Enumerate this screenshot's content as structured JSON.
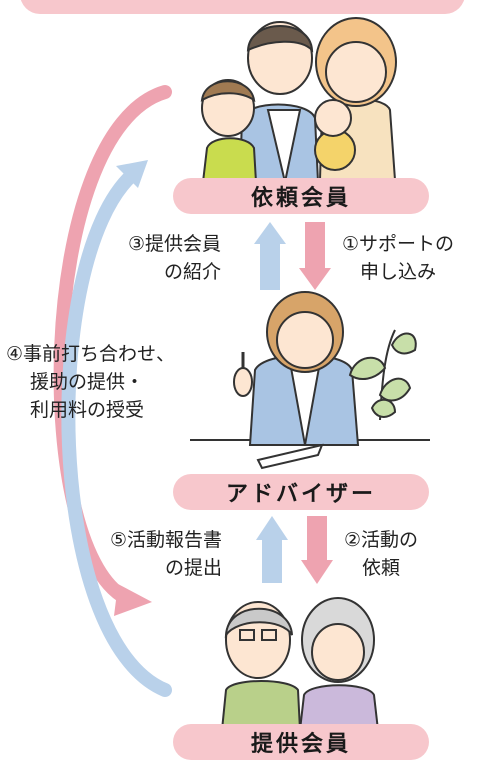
{
  "roles": {
    "requester": "依頼会員",
    "advisor": "アドバイザー",
    "provider": "提供会員"
  },
  "steps": {
    "step1": [
      "①サポートの",
      "申し込み"
    ],
    "step2": [
      "②活動の",
      "依頼"
    ],
    "step3": [
      "③提供会員",
      "の紹介"
    ],
    "step4": [
      "④事前打ち合わせ、",
      "援助の提供・",
      "利用料の授受"
    ],
    "step5": [
      "⑤活動報告書",
      "の提出"
    ]
  },
  "colors": {
    "pill": "#f7c7cc",
    "pink_arrow": "#eea3b0",
    "blue_arrow": "#b9d1ea",
    "line": "#333333"
  }
}
